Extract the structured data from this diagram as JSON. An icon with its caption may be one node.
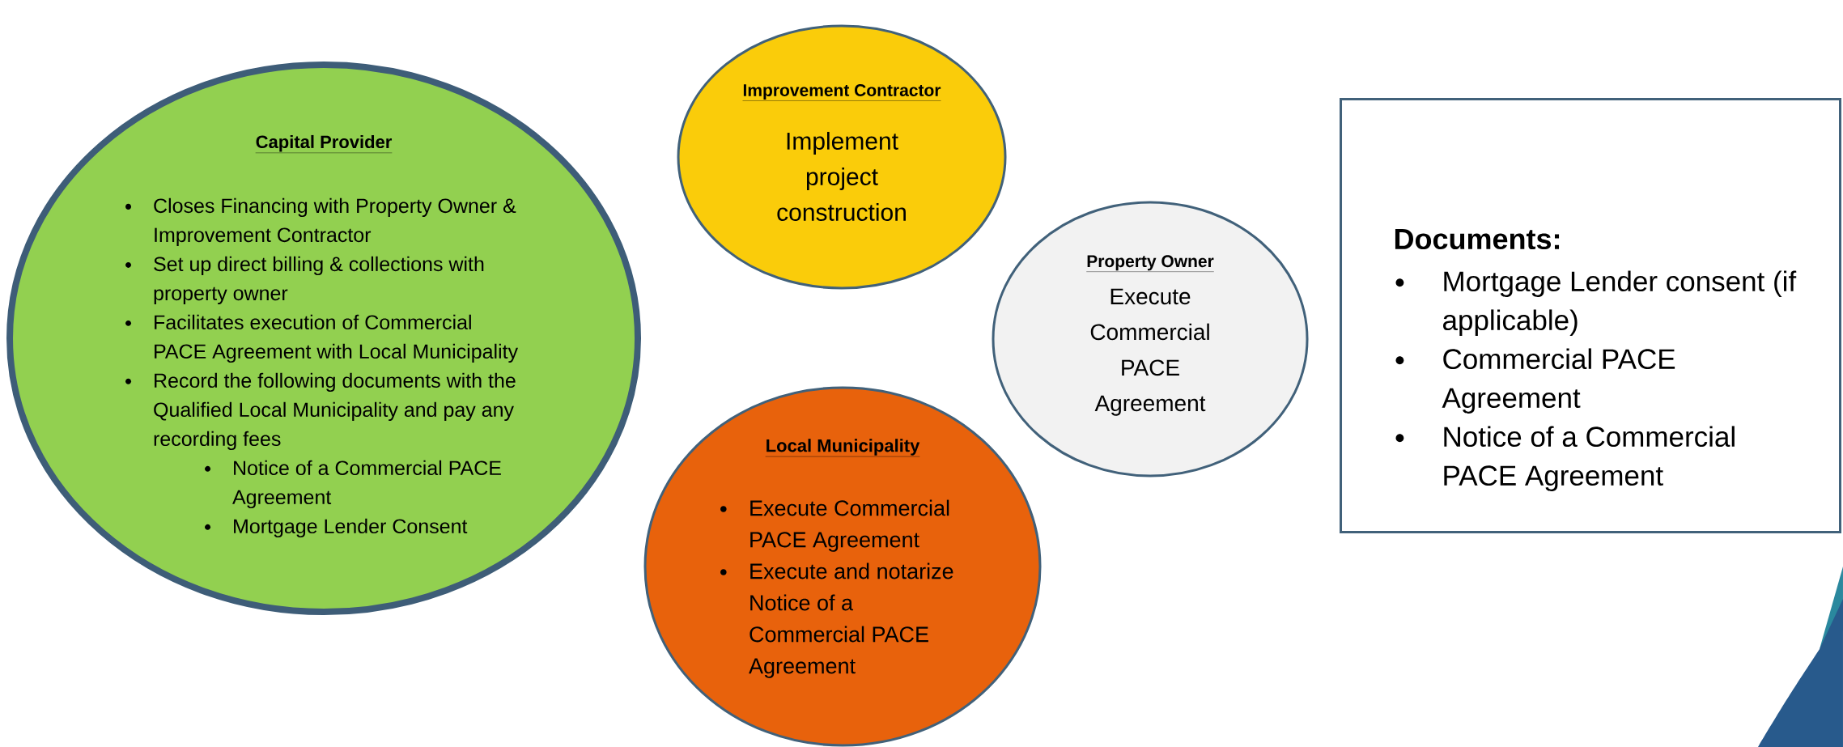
{
  "diagram": {
    "nodes": [
      {
        "text": [
          "Capital Provider",
          "Closes Financing with Property Owner & Improvement Contractor",
          "Set up direct billing & collections with property owner",
          "Facilitates execution of Commercial PACE Agreement with Local Municipality",
          "Record the following documents with the Qualified Local Municipality and pay any recording fees",
          "Notice of a Commercial PACE Agreement",
          "Mortgage Lender Consent"
        ]
      },
      {
        "text": [
          "Improvement Contractor",
          "Implement project construction"
        ]
      },
      {
        "text": [
          "Property Owner",
          "Execute Commercial PACE Agreement"
        ]
      },
      {
        "text": [
          "Local Municipality",
          "Execute Commercial PACE Agreement",
          "Execute and notarize Notice of a Commercial PACE Agreement"
        ]
      },
      {
        "text": [
          "Documents:",
          "Mortgage Lender consent (if applicable)",
          "Commercial PACE Agreement",
          "Notice of a Commercial PACE Agreement"
        ]
      }
    ]
  }
}
